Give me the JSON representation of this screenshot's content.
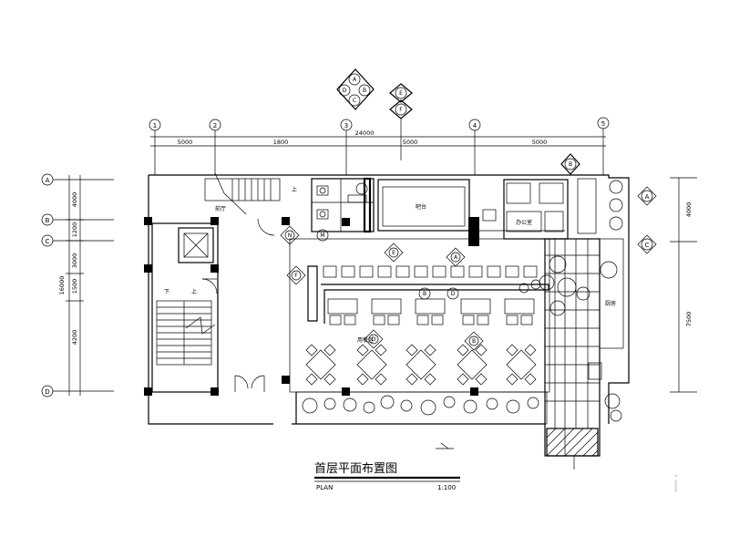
{
  "title": "首层平面布置图",
  "subtitle": "PLAN",
  "scale": "1:100",
  "grid_columns": [
    "1",
    "2",
    "3",
    "4",
    "5"
  ],
  "grid_rows_left": [
    "A",
    "B",
    "C",
    "D"
  ],
  "grid_rows_right": [
    "A",
    "C"
  ],
  "dimensions_top_total": "24000",
  "dimensions_top": [
    "5000",
    "1800",
    "5000",
    "5000"
  ],
  "dimensions_left_total": "16000",
  "dimensions_left": [
    "4000",
    "1200",
    "3000",
    "1500",
    "4200"
  ],
  "dimensions_right": [
    "4000",
    "7500"
  ],
  "index_markers": {
    "top_cluster": [
      "A",
      "B",
      "C",
      "D"
    ],
    "top_pair": [
      "E",
      "F"
    ],
    "right_top": "B",
    "right_side": [
      "A",
      "C"
    ]
  },
  "room_labels": {
    "bar": "吧台",
    "main_hall": "用餐区",
    "office": "办公室",
    "entrance_hall": "前厅",
    "kitchen": "厨房"
  },
  "stair_labels": {
    "up": "上",
    "down": "下"
  },
  "elevation_markers": [
    "A",
    "B",
    "D",
    "E",
    "F",
    "M",
    "N",
    "B",
    "D"
  ],
  "watermark": "i"
}
